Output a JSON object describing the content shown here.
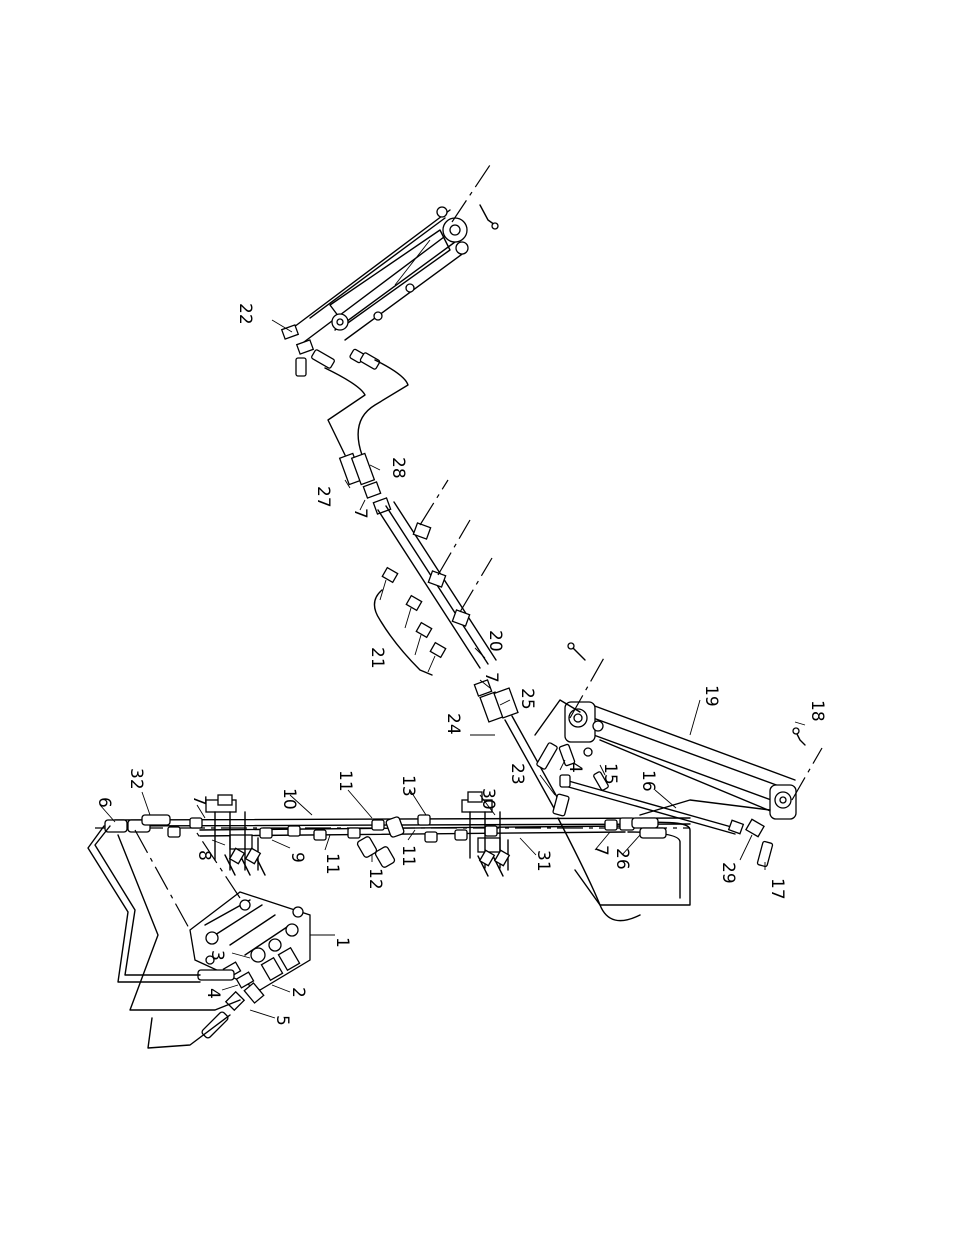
{
  "diagram": {
    "callouts": [
      {
        "id": "c1",
        "label": "1"
      },
      {
        "id": "c2",
        "label": "2"
      },
      {
        "id": "c3",
        "label": "3"
      },
      {
        "id": "c4a",
        "label": "4"
      },
      {
        "id": "c4b",
        "label": "4"
      },
      {
        "id": "c5",
        "label": "5"
      },
      {
        "id": "c6",
        "label": "6"
      },
      {
        "id": "c7a",
        "label": "7"
      },
      {
        "id": "c7b",
        "label": "7"
      },
      {
        "id": "c7c",
        "label": "7"
      },
      {
        "id": "c7d",
        "label": "7"
      },
      {
        "id": "c8",
        "label": "8"
      },
      {
        "id": "c9",
        "label": "9"
      },
      {
        "id": "c10",
        "label": "10"
      },
      {
        "id": "c11a",
        "label": "11"
      },
      {
        "id": "c11b",
        "label": "11"
      },
      {
        "id": "c11c",
        "label": "11"
      },
      {
        "id": "c12",
        "label": "12"
      },
      {
        "id": "c13",
        "label": "13"
      },
      {
        "id": "c15",
        "label": "15"
      },
      {
        "id": "c16",
        "label": "16"
      },
      {
        "id": "c17",
        "label": "17"
      },
      {
        "id": "c18",
        "label": "18"
      },
      {
        "id": "c19",
        "label": "19"
      },
      {
        "id": "c20",
        "label": "20"
      },
      {
        "id": "c21",
        "label": "21"
      },
      {
        "id": "c22",
        "label": "22"
      },
      {
        "id": "c23",
        "label": "23"
      },
      {
        "id": "c24",
        "label": "24"
      },
      {
        "id": "c25",
        "label": "25"
      },
      {
        "id": "c26",
        "label": "26"
      },
      {
        "id": "c27",
        "label": "27"
      },
      {
        "id": "c28",
        "label": "28"
      },
      {
        "id": "c29",
        "label": "29"
      },
      {
        "id": "c30",
        "label": "30"
      },
      {
        "id": "c31",
        "label": "31"
      },
      {
        "id": "c32",
        "label": "32"
      }
    ]
  }
}
